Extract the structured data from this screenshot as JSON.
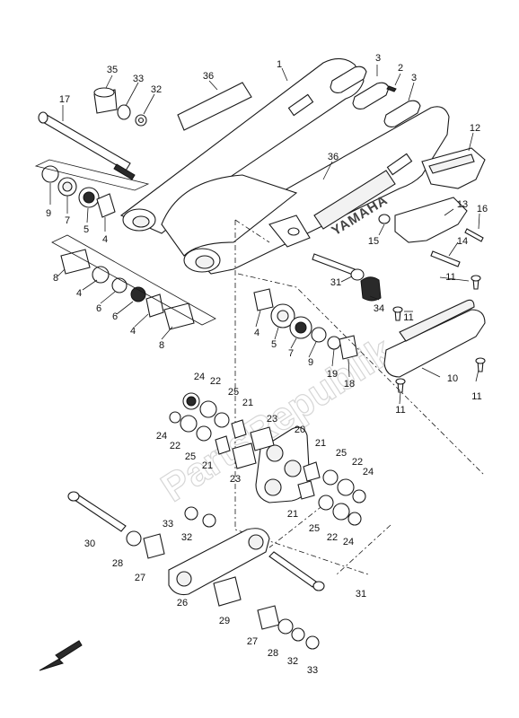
{
  "watermark": "PartsRepublik",
  "brand_marking": "YAMAHA",
  "callouts": [
    {
      "id": "c-1",
      "text": "1"
    },
    {
      "id": "c-2",
      "text": "2"
    },
    {
      "id": "c-3a",
      "text": "3"
    },
    {
      "id": "c-3b",
      "text": "3"
    },
    {
      "id": "c-35",
      "text": "35"
    },
    {
      "id": "c-33a",
      "text": "33"
    },
    {
      "id": "c-32a",
      "text": "32"
    },
    {
      "id": "c-36a",
      "text": "36"
    },
    {
      "id": "c-36b",
      "text": "36"
    },
    {
      "id": "c-17",
      "text": "17"
    },
    {
      "id": "c-12",
      "text": "12"
    },
    {
      "id": "c-13",
      "text": "13"
    },
    {
      "id": "c-16",
      "text": "16"
    },
    {
      "id": "c-15",
      "text": "15"
    },
    {
      "id": "c-14",
      "text": "14"
    },
    {
      "id": "c-9a",
      "text": "9"
    },
    {
      "id": "c-7a",
      "text": "7"
    },
    {
      "id": "c-5a",
      "text": "5"
    },
    {
      "id": "c-4a",
      "text": "4"
    },
    {
      "id": "c-8a",
      "text": "8"
    },
    {
      "id": "c-4b",
      "text": "4"
    },
    {
      "id": "c-6a",
      "text": "6"
    },
    {
      "id": "c-6b",
      "text": "6"
    },
    {
      "id": "c-4c",
      "text": "4"
    },
    {
      "id": "c-8b",
      "text": "8"
    },
    {
      "id": "c-31a",
      "text": "31"
    },
    {
      "id": "c-34",
      "text": "34"
    },
    {
      "id": "c-11a",
      "text": "11"
    },
    {
      "id": "c-11b",
      "text": "11"
    },
    {
      "id": "c-11c",
      "text": "11"
    },
    {
      "id": "c-11d",
      "text": "11"
    },
    {
      "id": "c-10",
      "text": "10"
    },
    {
      "id": "c-4d",
      "text": "4"
    },
    {
      "id": "c-5b",
      "text": "5"
    },
    {
      "id": "c-7b",
      "text": "7"
    },
    {
      "id": "c-9b",
      "text": "9"
    },
    {
      "id": "c-19",
      "text": "19"
    },
    {
      "id": "c-18",
      "text": "18"
    },
    {
      "id": "c-24a",
      "text": "24"
    },
    {
      "id": "c-22a",
      "text": "22"
    },
    {
      "id": "c-25a",
      "text": "25"
    },
    {
      "id": "c-21a",
      "text": "21"
    },
    {
      "id": "c-24b",
      "text": "24"
    },
    {
      "id": "c-22b",
      "text": "22"
    },
    {
      "id": "c-25b",
      "text": "25"
    },
    {
      "id": "c-21b",
      "text": "21"
    },
    {
      "id": "c-23a",
      "text": "23"
    },
    {
      "id": "c-20",
      "text": "20"
    },
    {
      "id": "c-23b",
      "text": "23"
    },
    {
      "id": "c-21c",
      "text": "21"
    },
    {
      "id": "c-25c",
      "text": "25"
    },
    {
      "id": "c-22c",
      "text": "22"
    },
    {
      "id": "c-24c",
      "text": "24"
    },
    {
      "id": "c-21d",
      "text": "21"
    },
    {
      "id": "c-25d",
      "text": "25"
    },
    {
      "id": "c-22d",
      "text": "22"
    },
    {
      "id": "c-24d",
      "text": "24"
    },
    {
      "id": "c-33b",
      "text": "33"
    },
    {
      "id": "c-32b",
      "text": "32"
    },
    {
      "id": "c-30",
      "text": "30"
    },
    {
      "id": "c-28a",
      "text": "28"
    },
    {
      "id": "c-27a",
      "text": "27"
    },
    {
      "id": "c-26",
      "text": "26"
    },
    {
      "id": "c-29",
      "text": "29"
    },
    {
      "id": "c-27b",
      "text": "27"
    },
    {
      "id": "c-28b",
      "text": "28"
    },
    {
      "id": "c-32c",
      "text": "32"
    },
    {
      "id": "c-33c",
      "text": "33"
    },
    {
      "id": "c-31b",
      "text": "31"
    }
  ]
}
